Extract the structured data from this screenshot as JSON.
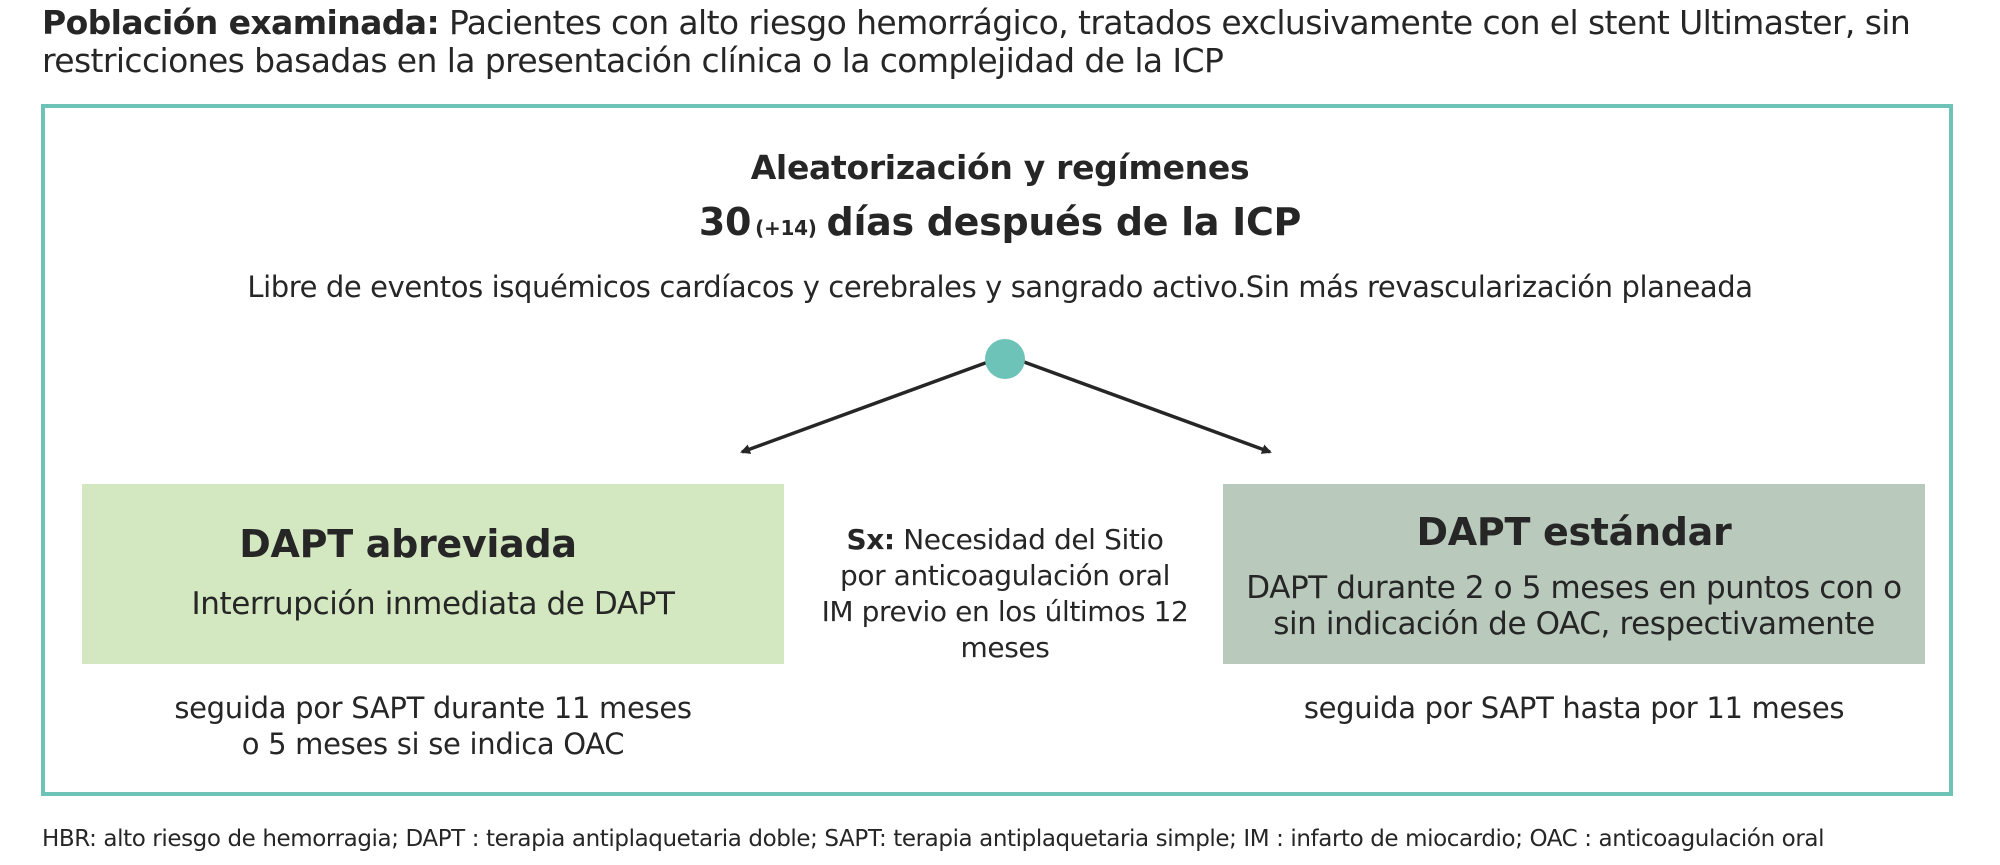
{
  "population": {
    "label": "Población examinada:",
    "text": " Pacientes con alto riesgo hemorrágico, tratados exclusivamente con el stent Ultimaster, sin restricciones basadas en la presentación clínica o la complejidad de la ICP"
  },
  "randomization": {
    "title": "Aleatorización y regímenes",
    "days": "30",
    "days_sub": "(+14)",
    "days_text": "días después de la ICP",
    "criteria": "Libre de eventos isquémicos cardíacos y cerebrales y sangrado activo.Sin más revascularización planeada"
  },
  "left_arm": {
    "title": "DAPT abreviada",
    "description": "Interrupción inmediata de DAPT",
    "follow_line1": "seguida por SAPT durante 11 meses",
    "follow_line2": "o 5 meses si se indica OAC"
  },
  "middle": {
    "label": "Sx:",
    "text": " Necesidad del Sitio por anticoagulación oral IM previo en los últimos 12 meses"
  },
  "right_arm": {
    "title": "DAPT estándar",
    "description": "DAPT durante 2 o 5 meses en puntos con o sin indicación de OAC, respectivamente",
    "follow": "seguida por SAPT hasta por 11 meses"
  },
  "footnote": "HBR: alto riesgo de hemorragia; DAPT : terapia antiplaquetaria doble; SAPT: terapia antiplaquetaria simple; IM : infarto de miocardio; OAC : anticoagulación oral",
  "colors": {
    "teal": "#6dc3b7",
    "left_box": "#d3e8c0",
    "right_box": "#b9c9bc",
    "text": "#262626"
  }
}
